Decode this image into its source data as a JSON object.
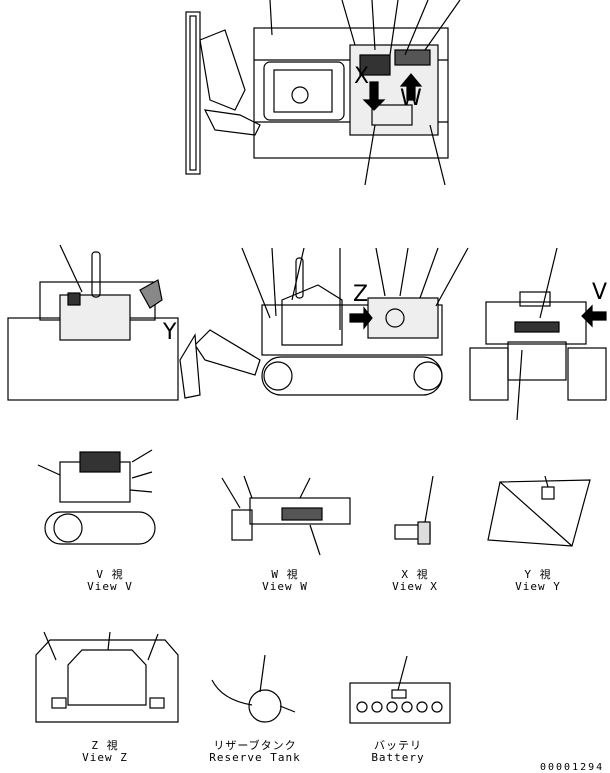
{
  "views": {
    "v": {
      "jp": "V  視",
      "en": "View V"
    },
    "w": {
      "jp": "W  視",
      "en": "View W"
    },
    "x": {
      "jp": "X  視",
      "en": "View X"
    },
    "y": {
      "jp": "Y  視",
      "en": "View Y"
    },
    "z": {
      "jp": "Z  視",
      "en": "View Z"
    },
    "reserve_tank": {
      "jp": "リザーブタンク",
      "en": "Reserve Tank"
    },
    "battery": {
      "jp": "バッテリ",
      "en": "Battery"
    }
  },
  "markers": {
    "x": "X",
    "w": "W",
    "z": "Z",
    "y": "Y",
    "v": "V"
  },
  "drawing_number": "00001294"
}
